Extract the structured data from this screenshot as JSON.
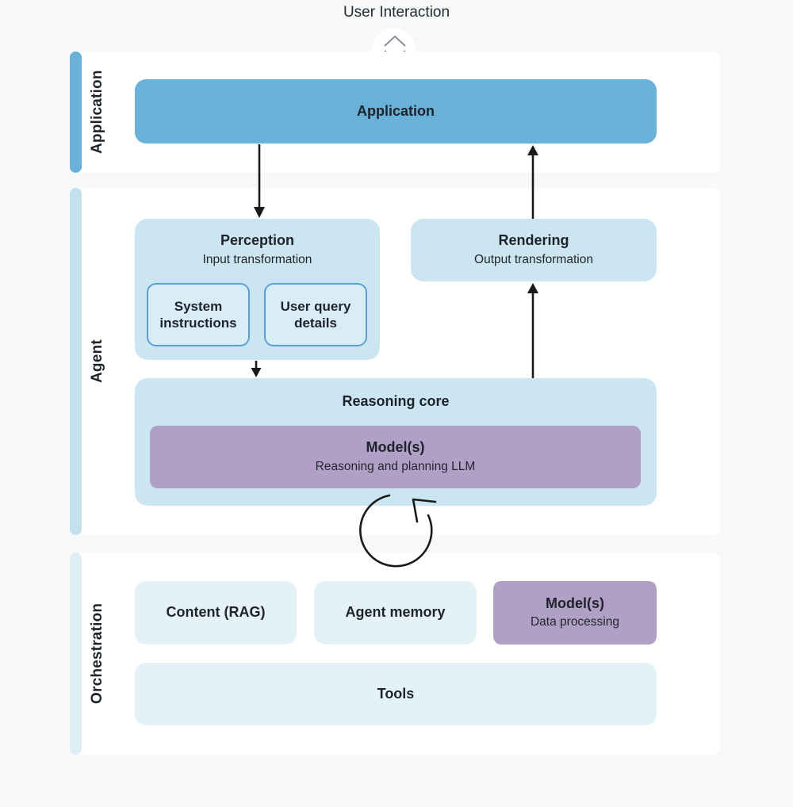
{
  "header": {
    "title": "User Interaction"
  },
  "icons": {
    "user_interaction_connector": "chevron-up-down-icon",
    "reasoning_loop": "loop-arrow-icon"
  },
  "colors": {
    "background": "#f7f8f8",
    "panel": "#ffffff",
    "application_blue": "#68b1d9",
    "agent_light_blue": "#cbe6f0",
    "agent_accent": "#c3e1eb",
    "subbox_border_blue": "#5aa0d8",
    "model_purple": "#b1a0c6",
    "orchestration_pale": "#e4f2f5",
    "orchestration_accent": "#ddeff4",
    "arrow": "#1a1a1a"
  },
  "sections": {
    "application": {
      "label": "Application",
      "box": {
        "title": "Application"
      }
    },
    "agent": {
      "label": "Agent",
      "perception": {
        "title": "Perception",
        "subtitle": "Input transformation",
        "items": [
          {
            "label": "System instructions"
          },
          {
            "label": "User query details"
          }
        ]
      },
      "rendering": {
        "title": "Rendering",
        "subtitle": "Output transformation"
      },
      "reasoning_core": {
        "title": "Reasoning core",
        "model": {
          "title": "Model(s)",
          "subtitle": "Reasoning and planning LLM"
        }
      }
    },
    "orchestration": {
      "label": "Orchestration",
      "content_rag": {
        "title": "Content (RAG)"
      },
      "agent_memory": {
        "title": "Agent memory"
      },
      "model_data": {
        "title": "Model(s)",
        "subtitle": "Data processing"
      },
      "tools": {
        "title": "Tools"
      }
    }
  }
}
